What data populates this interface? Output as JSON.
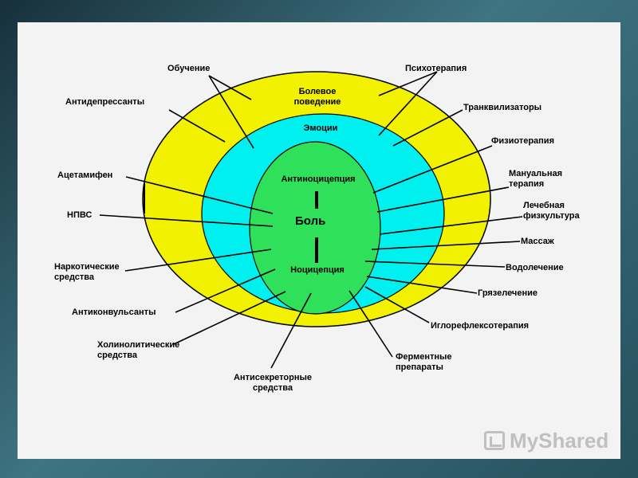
{
  "zones": {
    "outer": "Болевое поведение",
    "middle": "Эмоции",
    "inner_top": "Антиноцицепция",
    "center": "Боль",
    "inner_bottom": "Ноцицепция"
  },
  "labels_left": {
    "l1": "Обучение",
    "l2": "Антидепрессанты",
    "l3": "Ацетамифен",
    "l4": "НПВС",
    "l5": "Наркотические средства",
    "l6": "Антиконвульсанты",
    "l7": "Холинолитические средства",
    "l8": "Антисекреторные средства"
  },
  "labels_right": {
    "r1": "Психотерапия",
    "r2": "Транквилизаторы",
    "r3": "Физиотерапия",
    "r4": "Мануальная терапия",
    "r5": "Лечебная физкультура",
    "r6": "Массаж",
    "r7": "Водолечение",
    "r8": "Грязелечение",
    "r9": "Иглорефлексотерапия",
    "r10": "Ферментные препараты"
  },
  "watermark": "MyShared",
  "colors": {
    "outer": "#f2f200",
    "middle": "#00f0f0",
    "inner": "#2fe05a",
    "outline": "#000000"
  }
}
